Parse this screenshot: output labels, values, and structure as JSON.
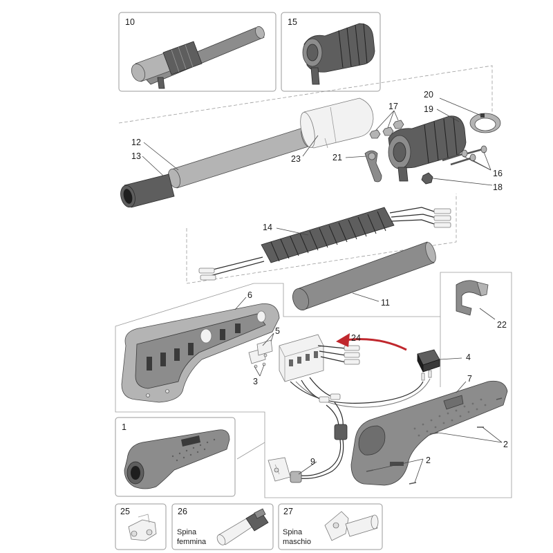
{
  "diagram": {
    "callouts": {
      "c10": "10",
      "c15": "15",
      "c20": "20",
      "c19": "19",
      "c17": "17",
      "c12": "12",
      "c13": "13",
      "c23": "23",
      "c21": "21",
      "c16": "16",
      "c18": "18",
      "c14": "14",
      "c11": "11",
      "c6": "6",
      "c5": "5",
      "c24": "24",
      "c4": "4",
      "c3": "3",
      "c7": "7",
      "c22": "22",
      "c1": "1",
      "c2a": "2",
      "c2b": "2",
      "c9": "9",
      "c25": "25",
      "c26": "26",
      "c27": "27"
    },
    "captions": {
      "spina_femmina_1": "Spina",
      "spina_femmina_2": "femmina",
      "spina_maschio_1": "Spina",
      "spina_maschio_2": "maschio"
    },
    "colors": {
      "part_fill": "#8c8c8c",
      "part_light": "#b4b4b4",
      "part_dark": "#5e5e5e",
      "outline": "#3a3a3a",
      "frame": "#9a9a9a",
      "arrow": "#c0272d"
    }
  }
}
